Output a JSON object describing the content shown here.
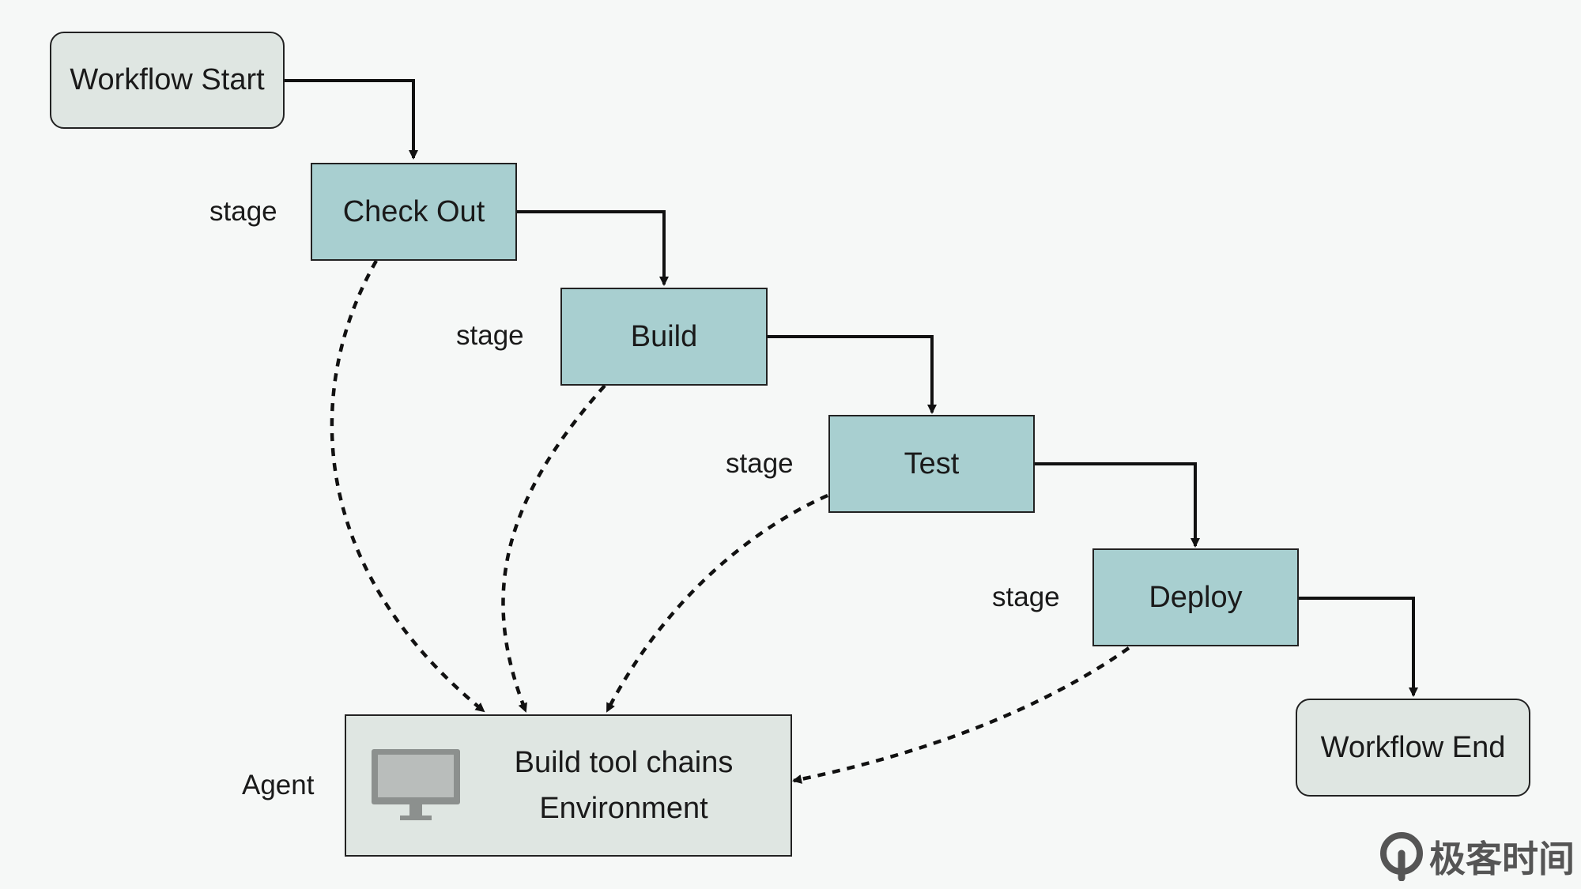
{
  "nodes": {
    "start": "Workflow Start",
    "checkout": "Check Out",
    "build": "Build",
    "test": "Test",
    "deploy": "Deploy",
    "end": "Workflow End"
  },
  "stage_label": "stage",
  "agent": {
    "label": "Agent",
    "line1": "Build tool chains",
    "line2": "Environment",
    "icon": "monitor-icon"
  },
  "watermark": {
    "text": "极客时间",
    "icon": "geektime-logo-icon"
  }
}
